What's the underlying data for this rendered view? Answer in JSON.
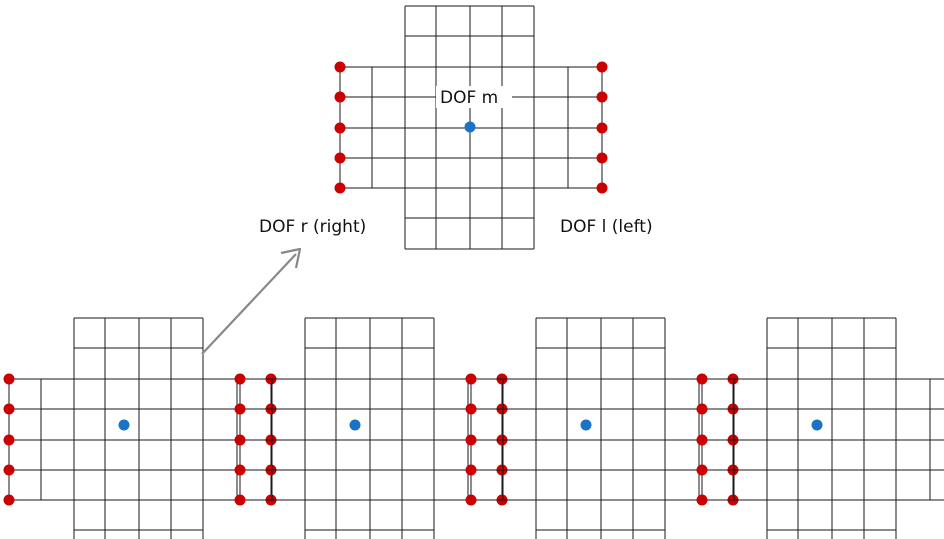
{
  "labels": {
    "dof_m": "DOF m",
    "dof_r": "DOF r (right)",
    "dof_l": "DOF l (left)"
  },
  "colors": {
    "grid_line": "#1a1a1a",
    "boundary_dof": "#cc0000",
    "center_dof": "#1a73c6",
    "arrow": "#888888",
    "background": "#ffffff"
  },
  "cell_count": 5
}
